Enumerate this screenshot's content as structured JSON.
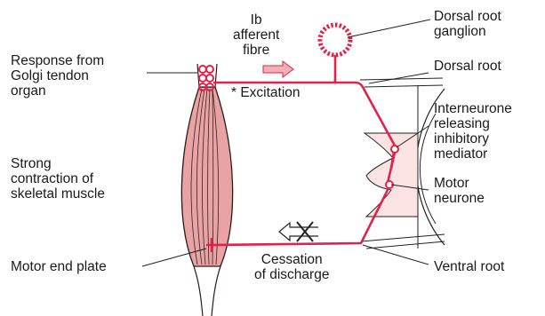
{
  "colors": {
    "nerve": "#e0234a",
    "muscle": "#e8a3a5",
    "muscle_stroke": "#2b1b1b",
    "spinal_shade": "#fbe3e3",
    "outline": "#222222"
  },
  "labels": {
    "ib_fibre": [
      "Ib",
      "afferent",
      "fibre"
    ],
    "drg": [
      "Dorsal root",
      "ganglion"
    ],
    "response": [
      "Response from",
      "Golgi tendon",
      "organ"
    ],
    "dorsal_root": "Dorsal root",
    "excitation": "* Excitation",
    "interneurone": [
      "Interneurone",
      "releasing",
      "inhibitory",
      "mediator"
    ],
    "strong_contraction": [
      "Strong",
      "contraction of",
      "skeletal muscle"
    ],
    "motor_neurone": [
      "Motor",
      "neurone"
    ],
    "motor_end_plate": "Motor end plate",
    "cessation": [
      "Cessation",
      "of discharge"
    ],
    "ventral_root": "Ventral root"
  }
}
